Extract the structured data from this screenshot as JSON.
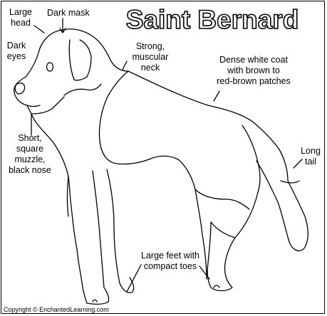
{
  "title": "Saint Bernard",
  "labels": {
    "large_head": [
      "Large",
      "head"
    ],
    "dark_mask": [
      "Dark mask"
    ],
    "dark_eyes": [
      "Dark",
      "eyes"
    ],
    "neck": [
      "Strong,",
      "muscular",
      "neck"
    ],
    "coat": [
      "Dense white coat",
      "with brown to",
      "red-brown patches"
    ],
    "muzzle": [
      "Short,",
      "square",
      "muzzle,",
      "black nose"
    ],
    "tail": [
      "Long",
      "tail"
    ],
    "feet": [
      "Large feet with",
      "compact toes"
    ]
  },
  "copyright": "Copyright © EnchantedLearning.com",
  "colors": {
    "ink": "#000000",
    "paper": "#ffffff"
  }
}
